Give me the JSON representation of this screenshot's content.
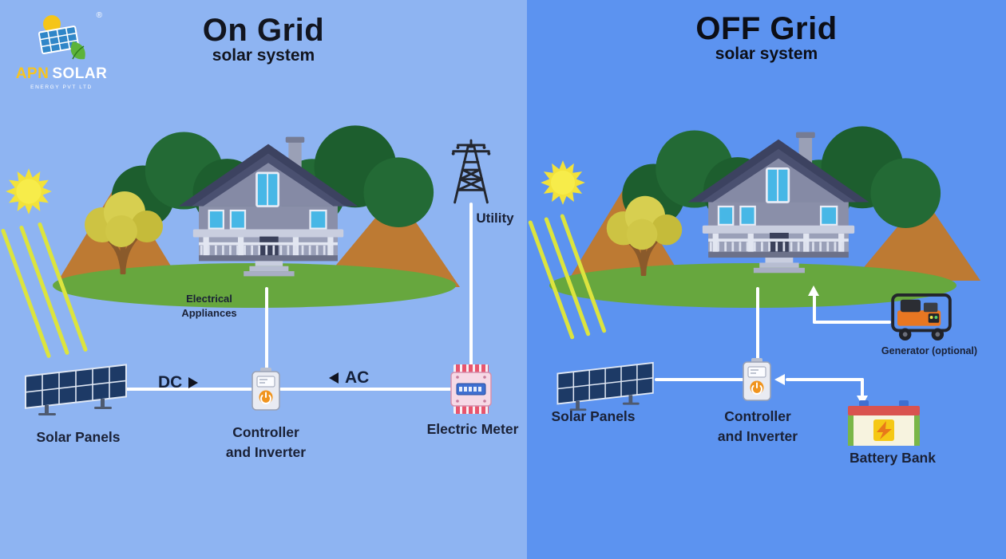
{
  "brand": {
    "name_primary": "APN",
    "name_secondary": "SOLAR",
    "tagline": "ENERGY PVT LTD",
    "registered": "®"
  },
  "on_grid": {
    "title": "On Grid",
    "subtitle": "solar system",
    "labels": {
      "electrical_appliances": "Electrical Appliances",
      "utility": "Utility",
      "dc": "DC",
      "ac": "AC",
      "solar_panels": "Solar Panels",
      "controller_inverter": "Controller and Inverter",
      "electric_meter": "Electric Meter"
    }
  },
  "off_grid": {
    "title": "OFF Grid",
    "subtitle": "solar system",
    "labels": {
      "solar_panels": "Solar Panels",
      "controller_inverter": "Controller and Inverter",
      "battery_bank": "Battery Bank",
      "generator": "Generator (optional)"
    }
  },
  "colors": {
    "left_panel_bg": "#8eb4f2",
    "right_panel_bg": "#5c93f0",
    "title_text": "#12151f",
    "label_text": "#1a2136",
    "connection_line": "#ffffff",
    "sun_yellow": "#f2e23a",
    "sun_ray": "#dce43e",
    "mountain_brown": "#bd7a33",
    "tree_green": "#1d5e2e",
    "ground_green": "#67a73e",
    "panel_navy": "#1d3a66",
    "controller_accent": "#f0941e",
    "meter_pink": "#f6d9e6",
    "meter_stripe_red": "#e8556e",
    "meter_display_blue": "#3f6fd1",
    "battery_top_red": "#d9534f",
    "battery_bolt_orange": "#e8791a",
    "generator_orange": "#e87722",
    "brand_yellow": "#f7c41f"
  }
}
